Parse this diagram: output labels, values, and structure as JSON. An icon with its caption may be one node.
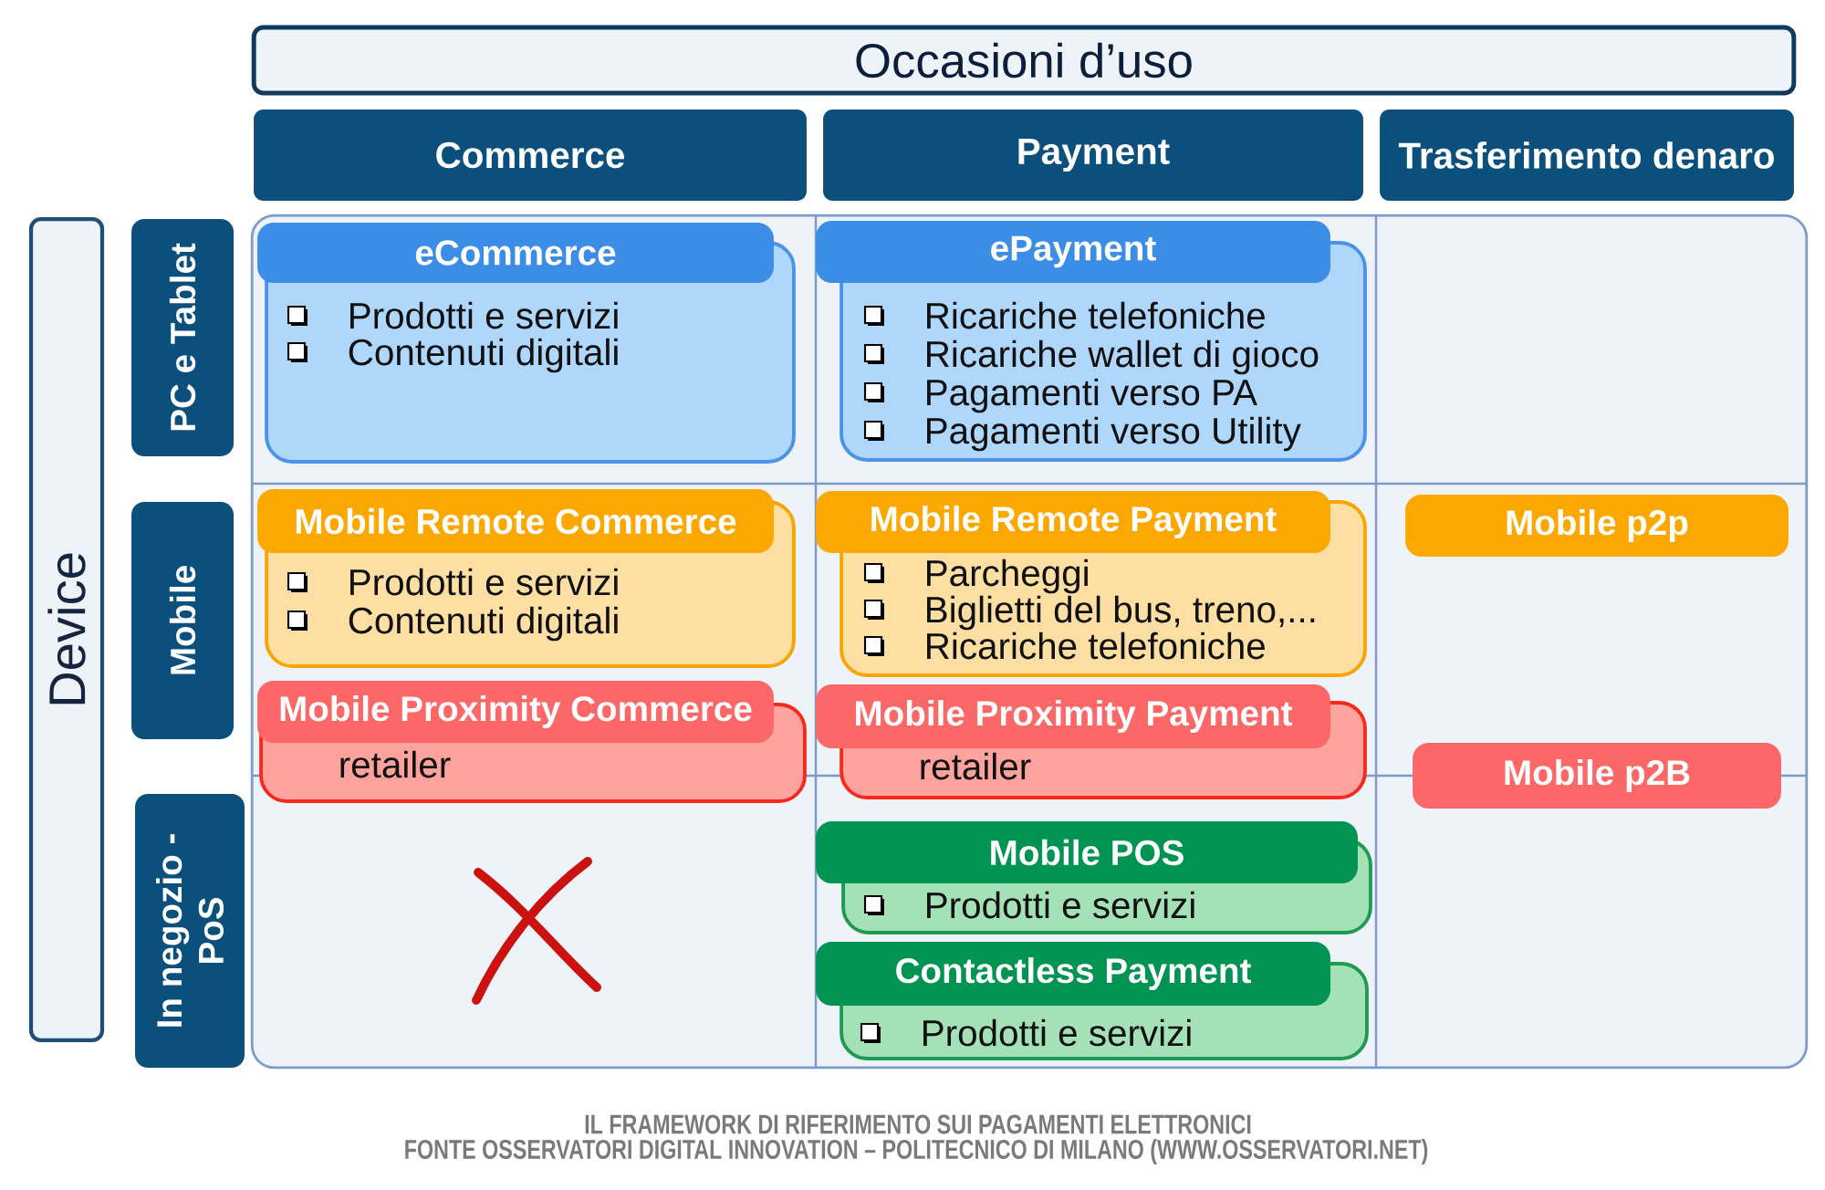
{
  "diagram": {
    "caption": "IL FRAMEWORK DI RIFERIMENTO SUI PAGAMENTI ELETTRONICI",
    "nodes": [
      {
        "text": [
          "Occasioni d’uso"
        ]
      },
      {
        "text": [
          "Commerce"
        ]
      },
      {
        "text": [
          "Payment"
        ]
      },
      {
        "text": [
          "Trasferimento denaro"
        ]
      },
      {
        "text": [
          "Device"
        ]
      },
      {
        "text": [
          "PC e Tablet"
        ]
      },
      {
        "text": [
          "Mobile"
        ]
      },
      {
        "text": [
          "In negozio - PoS"
        ]
      },
      {
        "text": [],
        "shape": "box"
      },
      {
        "text": [
          "eCommerce",
          "Prodotti e servizi",
          "Contenuti digitali"
        ],
        "in": 8
      },
      {
        "text": [
          "ePayment",
          "Ricariche telefoniche",
          "Ricariche wallet di gioco",
          "Pagamenti verso PA",
          "Pagamenti verso Utility"
        ],
        "in": 8
      },
      {
        "text": [
          "Mobile Remote Commerce",
          "Prodotti e servizi",
          "Contenuti digitali"
        ],
        "in": 8
      },
      {
        "text": [
          "Mobile Remote Payment",
          "Parcheggi",
          "Biglietti del bus, treno,...",
          "Ricariche telefoniche"
        ],
        "in": 8
      },
      {
        "text": [
          "Mobile p2p"
        ],
        "in": 8
      },
      {
        "text": [
          "Mobile Proximity Commerce",
          "retailer"
        ],
        "in": 8
      },
      {
        "text": [
          "Mobile Proximity Payment",
          "retailer"
        ],
        "in": 8
      },
      {
        "text": [
          "Mobile p2B"
        ],
        "in": 8
      },
      {
        "text": [
          "Mobile POS",
          "Prodotti e servizi"
        ],
        "in": 8
      },
      {
        "text": [
          "Contactless Payment",
          "Prodotti e servizi"
        ],
        "in": 8
      }
    ],
    "labels": [
      "FONTE OSSERVATORI DIGITAL INNOVATION – POLITECNICO DI MILANO (WWW.OSSERVATORI.NET)"
    ]
  }
}
